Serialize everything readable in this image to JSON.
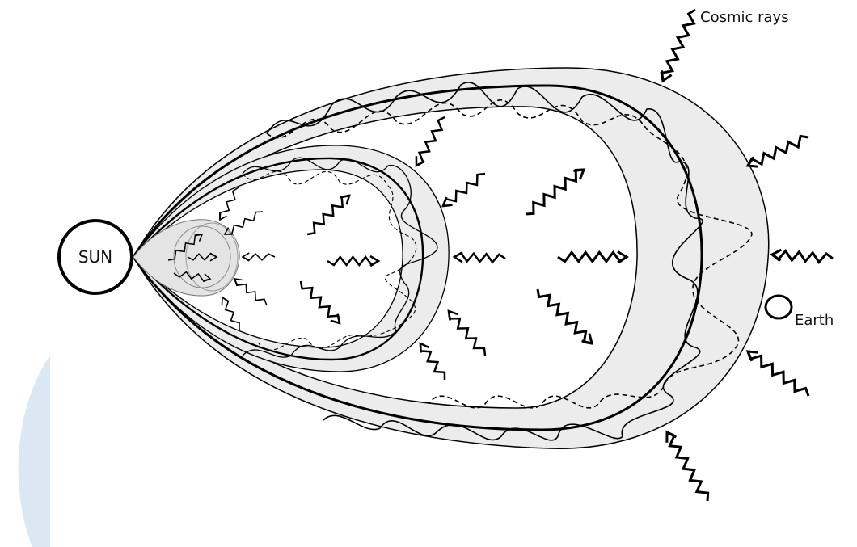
{
  "labels": {
    "sun": "SUN",
    "earth": "Earth",
    "cosmic_rays": "Cosmic rays"
  },
  "colors": {
    "outline": "#000000",
    "shell_fill": "#eeeeee",
    "background_shape": "#dbe8f3"
  },
  "legend": [],
  "description": []
}
